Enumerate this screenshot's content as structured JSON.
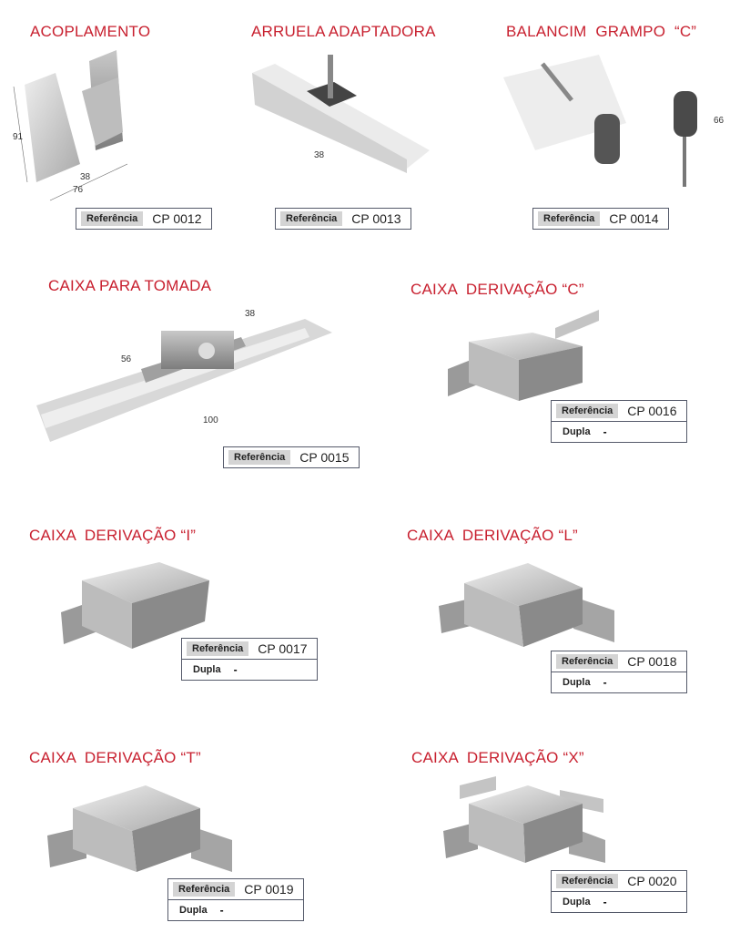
{
  "reference_label": "Referência",
  "dupla_label": "Dupla",
  "dupla_value": "-",
  "products": [
    {
      "title": "ACOPLAMENTO",
      "code": "CP 0012",
      "dims": [
        "91",
        "38",
        "76"
      ]
    },
    {
      "title": "ARRUELA ADAPTADORA",
      "code": "CP 0013",
      "dims": [
        "38"
      ]
    },
    {
      "title": "BALANCIM  GRAMPO  “C”",
      "code": "CP 0014",
      "dims": [
        "66"
      ]
    },
    {
      "title": "CAIXA PARA TOMADA",
      "code": "CP 0015",
      "dims": [
        "38",
        "56",
        "100"
      ]
    },
    {
      "title": "CAIXA  DERIVAÇÃO “C”",
      "code": "CP 0016"
    },
    {
      "title": "CAIXA  DERIVAÇÃO “I”",
      "code": "CP 0017"
    },
    {
      "title": "CAIXA  DERIVAÇÃO “L”",
      "code": "CP 0018"
    },
    {
      "title": "CAIXA  DERIVAÇÃO “T”",
      "code": "CP 0019"
    },
    {
      "title": "CAIXA  DERIVAÇÃO “X”",
      "code": "CP 0020"
    }
  ]
}
